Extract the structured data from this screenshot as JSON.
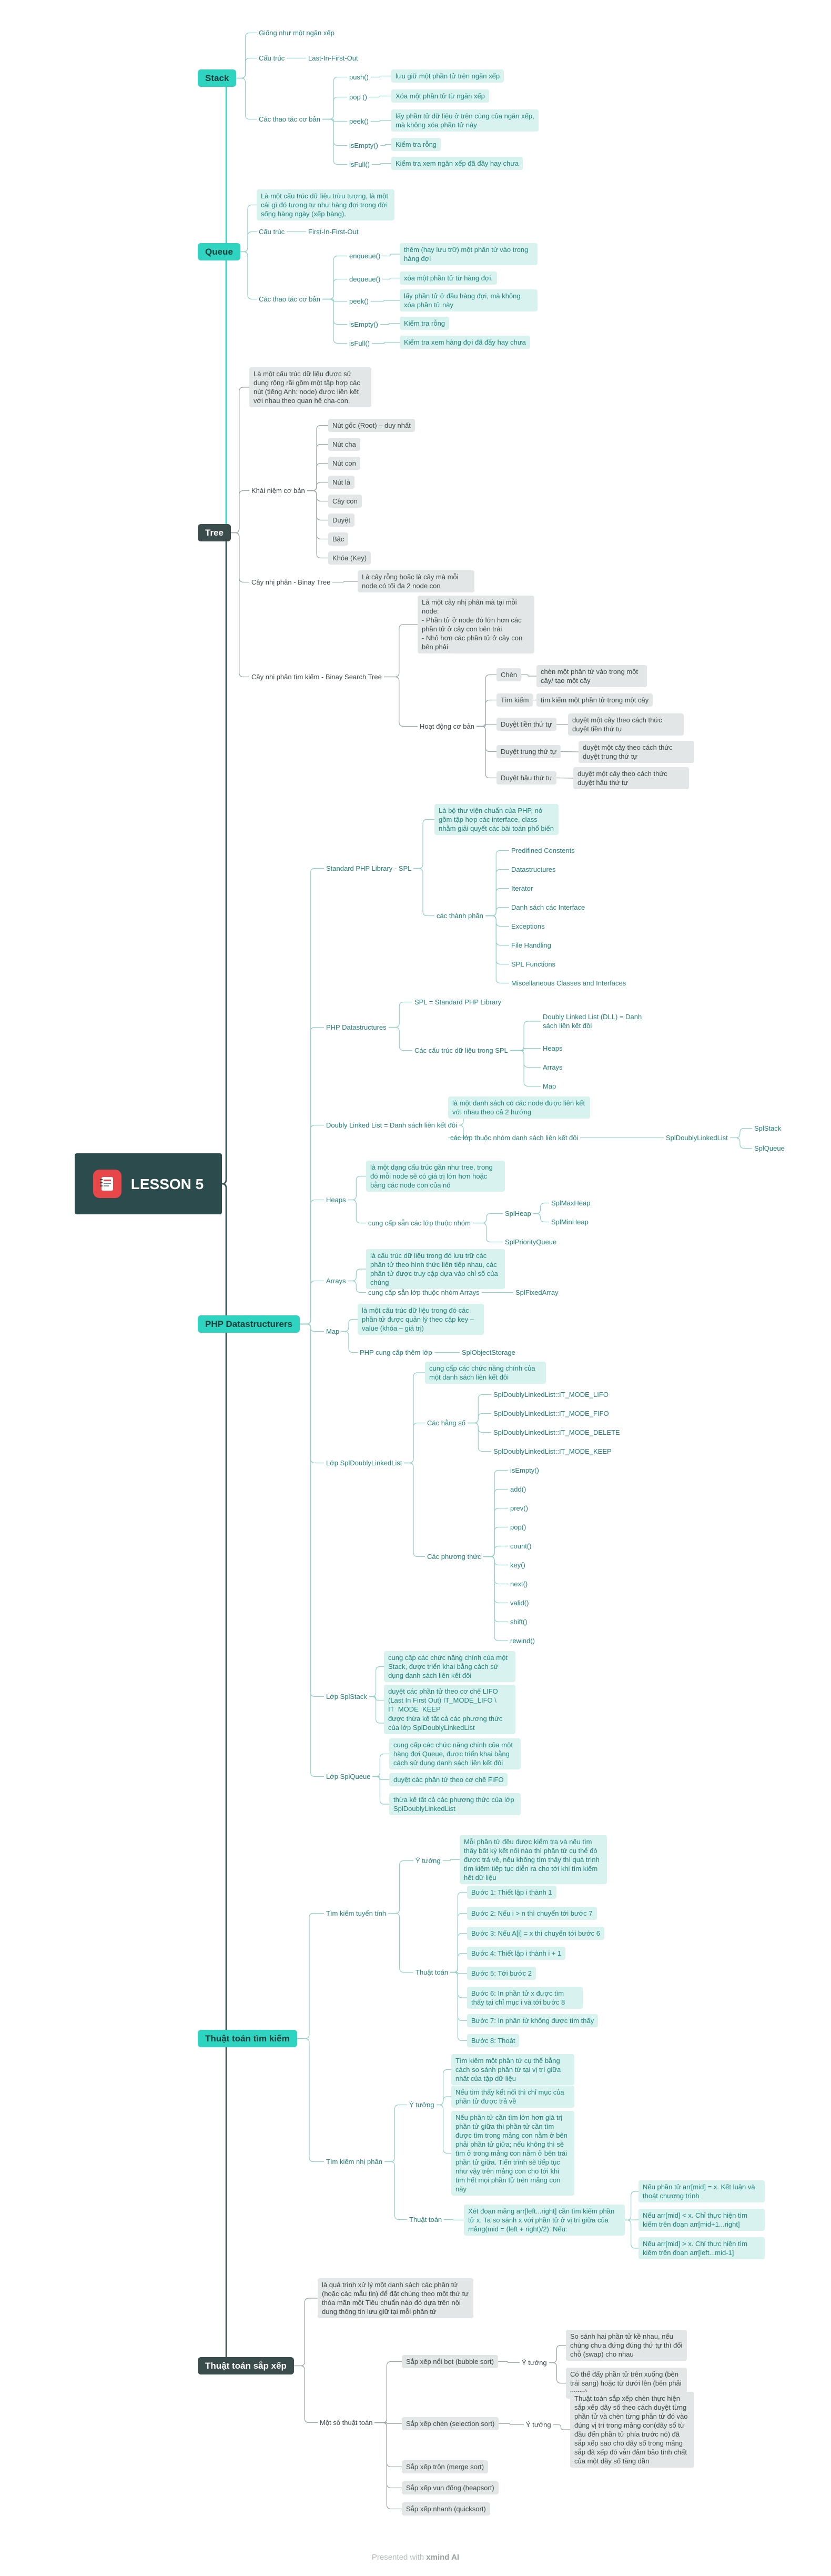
{
  "root": {
    "title": "LESSON 5",
    "icon": "notebook-icon"
  },
  "stack": {
    "title": "Stack",
    "desc": "Giống như một ngăn xếp",
    "struct_label": "Cấu trúc",
    "struct_value": "Last-In-First-Out",
    "ops_label": "Các thao tác cơ bản",
    "ops": [
      {
        "name": "push()",
        "desc": "lưu giữ một phần tử trên ngăn xếp"
      },
      {
        "name": "pop ()",
        "desc": "Xóa một phần tử từ ngăn xếp"
      },
      {
        "name": "peek()",
        "desc": "lấy phần tử dữ liệu ở trên cùng của ngăn xếp, mà không xóa phần tử này"
      },
      {
        "name": "isEmpty()",
        "desc": "Kiểm tra rỗng"
      },
      {
        "name": "isFull()",
        "desc": "Kiểm tra xem ngăn xếp đã đầy hay chưa"
      }
    ]
  },
  "queue": {
    "title": "Queue",
    "desc": "Là một cấu trúc dữ liệu trừu tượng, là một cái gì đó tương tự như hàng đợi trong đời sống hàng ngày (xếp hàng).",
    "struct_label": "Cấu trúc",
    "struct_value": "First-In-First-Out",
    "ops_label": "Các thao tác cơ bản",
    "ops": [
      {
        "name": "enqueue()",
        "desc": "thêm (hay lưu trữ) một phần tử vào trong hàng đợi"
      },
      {
        "name": "dequeue()",
        "desc": "xóa một phần tử từ hàng đợi."
      },
      {
        "name": "peek()",
        "desc": "lấy phần tử ở đầu hàng đợi, mà không xóa phần tử này"
      },
      {
        "name": "isEmpty()",
        "desc": "Kiểm tra rỗng"
      },
      {
        "name": "isFull()",
        "desc": "Kiểm tra xem hàng đợi đã đầy hay chưa"
      }
    ]
  },
  "tree": {
    "title": "Tree",
    "desc": "Là một cấu trúc dữ liệu được sử dụng rộng rãi gồm một tập hợp các nút (tiếng Anh: node) được liên kết với nhau theo quan hệ cha-con.",
    "concepts_label": "Khái niệm cơ bản",
    "concepts": [
      "Nút gốc (Root) – duy nhất",
      "Nút cha",
      "Nút con",
      "Nút lá",
      "Cây con",
      "Duyệt",
      "Bậc",
      "Khóa (Key)"
    ],
    "binary_label": "Cây nhị phân - Binay Tree",
    "binary_desc": "Là cây rỗng hoặc là cây mà mỗi node có tối đa 2 node con",
    "bst_label": "Cây nhị phân tìm kiếm - Binay Search Tree",
    "bst_desc": "Là một cây nhị phân mà tại mỗi node:\n- Phần tử ở node đó lớn hơn các phần tử ở cây con bên trái\n- Nhỏ hơn các phần tử ở cây con bên phải",
    "ops_label": "Hoạt động cơ bản",
    "ops": [
      {
        "name": "Chèn",
        "desc": "chèn một phần tử vào trong một cây/ tạo một cây"
      },
      {
        "name": "Tìm kiếm",
        "desc": "tìm kiếm một phần tử trong một cây"
      },
      {
        "name": "Duyệt tiền thứ tự",
        "desc": "duyệt một cây theo cách thức duyệt tiền thứ tự"
      },
      {
        "name": "Duyệt trung thứ tự",
        "desc": "duyệt một cây theo cách thức duyệt trung thứ tự"
      },
      {
        "name": "Duyệt hậu thứ tự",
        "desc": "duyệt một cây theo cách thức duyệt hậu thứ tự"
      }
    ]
  },
  "php": {
    "title": "PHP Datastructurers",
    "spl_label": "Standard PHP Library - SPL",
    "spl_desc": "Là bộ thư viện chuẩn của PHP, nó gồm tập hợp các interface, class nhằm giải quyết các bài toán phổ biến",
    "components_label": "các thành phần",
    "components": [
      "Predifined Constents",
      "Datastructures",
      "Iterator",
      "Danh sách các Interface",
      "Exceptions",
      "File Handling",
      "SPL Functions",
      "Miscellaneous Classes and Interfaces"
    ],
    "ds_label": "PHP Datastructures",
    "ds_spl": "SPL = Standard PHP Library",
    "ds_struct_label": "Các cấu trúc dữ liệu trong SPL",
    "ds_structs": [
      "Doubly Linked List (DLL) = Danh sách liên kết đôi",
      "Heaps",
      "Arrays",
      "Map"
    ],
    "dll_label": "Doubly Linked List = Danh sách liên kết đôi",
    "dll_desc": "là một danh sách có các node được liên kết với nhau theo cả 2 hướng",
    "dll_classes_label": "các lớp thuộc nhóm danh sách liên kết đôi",
    "dll_class": "SplDoublyLinkedList",
    "dll_subclasses": [
      "SplStack",
      "SplQueue"
    ],
    "heaps_label": "Heaps",
    "heaps_desc": "là một dạng cấu trúc gần như tree, trong đó mỗi node sẽ có giá trị lớn hơn hoặc bằng các node con của nó",
    "heaps_classes_label": "cung cấp sẵn các lớp thuộc nhóm",
    "heaps_class": "SplHeap",
    "heaps_subclasses": [
      "SplMaxHeap",
      "SplMinHeap"
    ],
    "heaps_pq": "SplPriorityQueue",
    "arrays_label": "Arrays",
    "arrays_desc": "là cấu trúc dữ liệu trong đó lưu trữ các phần tử theo hình thức liên tiếp nhau, các phần tử được truy cập dựa vào chỉ số của chúng",
    "arrays_classes_label": "cung cấp sẵn lớp thuộc nhóm Arrays",
    "arrays_class": "SplFixedArray",
    "map_label": "Map",
    "map_desc": "là một cấu trúc dữ liệu trong đó các phần tử được quản lý theo cặp key – value (khóa – giá trị)",
    "map_classes_label": "PHP cung cấp thêm lớp",
    "map_class": "SplObjectStorage",
    "dllc_label": "Lớp SplDoublyLinkedList",
    "dllc_desc": "cung cấp các chức năng chính của một danh sách liên kết đôi",
    "const_label": "Các hằng số",
    "consts": [
      "SplDoublyLinkedList::IT_MODE_LIFO",
      "SplDoublyLinkedList::IT_MODE_FIFO",
      "SplDoublyLinkedList::IT_MODE_DELETE",
      "SplDoublyLinkedList::IT_MODE_KEEP"
    ],
    "methods_label": "Các phương thức",
    "methods": [
      "isEmpty()",
      "add()",
      "prev()",
      "pop()",
      "count()",
      "key()",
      "next()",
      "valid()",
      "shift()",
      "rewind()"
    ],
    "stack_label": "Lớp SplStack",
    "stack_items": [
      "cung cấp các chức năng chính của một Stack, được triển khai bằng cách sử dụng danh sách liên kết đôi",
      "duyệt các phần tử theo cơ chế LIFO (Last In First Out) IT_MODE_LIFO \\ IT_MODE_KEEP",
      "được thừa kế tất cả các phương thức của lớp SplDoublyLinkedList"
    ],
    "queue_label": "Lớp SplQueue",
    "queue_items": [
      "cung cấp các chức năng chính của một hàng đợi Queue, được triển khai bằng cách sử dụng danh sách liên kết đôi",
      "duyệt các phần tử theo cơ chế FIFO",
      "thừa kế tất cả các phương thức của lớp SplDoublyLinkedList"
    ]
  },
  "search": {
    "title": "Thuật toán tìm kiếm",
    "linear_label": "Tìm kiếm tuyến tính",
    "idea_label": "Ý tưởng",
    "linear_idea": "Mỗi phần tử đều được kiểm tra và nếu tìm thấy bất kỳ kết nối nào thì phần tử cụ thể đó được trả về, nếu không tìm thấy thì quá trình tìm kiếm tiếp tục diễn ra cho tới khi tìm kiếm hết dữ liệu",
    "algo_label": "Thuật toán",
    "linear_steps": [
      "Bước 1: Thiết lập i thành 1",
      "Bước 2: Nếu i > n thì chuyển tới bước 7",
      "Bước 3: Nếu A[i] = x thì chuyển tới bước 6",
      "Bước 4: Thiết lập i thành i + 1",
      "Bước 5: Tới bước 2",
      "Bước 6: In phần tử x được tìm thấy tại chỉ mục i và tới bước 8",
      "Bước 7: In phần tử không được tìm thấy",
      "Bước 8: Thoát"
    ],
    "binary_label": "Tìm kiếm nhị phân",
    "binary_ideas": [
      "Tìm kiếm một phần tử cụ thể bằng cách so sánh phần tử tại vị trí giữa nhất của tập dữ liệu",
      "Nếu tìm thấy kết nối thì chỉ mục của phần tử được trả về",
      "Nếu phần tử cần tìm lớn hơn giá trị phần tử giữa thì phần tử cần tìm được tìm trong mảng con nằm ở bên phải phần tử giữa; nếu không thì sẽ tìm ở trong mảng con nằm ở bên trái phần tử giữa. Tiến trình sẽ tiếp tục như vậy trên mảng con cho tới khi tìm hết mọi phần tử trên mảng con này"
    ],
    "binary_algo": "Xét đoạn mảng arr[left...right] cần tìm kiếm phần tử x. Ta so sánh x với phần tử ở vị trí giữa của mảng(mid = (left + right)/2). Nếu:",
    "binary_cases": [
      "Nếu phần tử arr[mid] = x. Kết luận và thoát chương trình",
      "Nếu arr[mid] < x. Chỉ thực hiện tìm kiếm trên đoạn arr[mid+1...right]",
      "Nếu arr[mid] > x. Chỉ thực hiện tìm kiếm trên đoạn arr[left...mid-1]"
    ]
  },
  "sort": {
    "title": "Thuật toán sắp xếp",
    "desc": "là quá trình xử lý một danh sách các phần tử (hoặc các mẫu tin) để đặt chúng theo một thứ tự thỏa mãn một Tiêu chuẩn nào đó dựa trên nội dung thông tin lưu giữ tại mỗi phần tử",
    "some_label": "Một số thuật toán",
    "idea_label": "Ý tưởng",
    "bubble_label": "Sắp xếp nổi bọt (bubble sort)",
    "bubble_ideas": [
      "So sánh hai phần tử kề nhau, nếu chúng chưa đứng đúng thứ tự thì đổi chỗ (swap) cho nhau",
      "Có thể đẩy phần tử trên xuống (bên trái sang) hoặc từ dưới lên (bên phải sang)"
    ],
    "selection_label": "Sắp xếp chèn (selection sort)",
    "selection_idea": "Thuật toán sắp xếp chèn thực hiện sắp xếp dãy số theo cách duyệt từng phần tử và chèn từng phần tử đó vào đúng vị trí trong mảng con(dãy số từ đầu đến phần tử phía trước nó) đã sắp xếp sao cho dãy số trong mảng sắp đã xếp đó vẫn đảm bảo tính chất của một dãy số tăng dần",
    "others": [
      "Sắp xếp trộn (merge sort)",
      "Sắp xếp vun đống (heapsort)",
      "Sắp xếp nhanh (quicksort)"
    ]
  },
  "footer": {
    "prefix": "Presented with",
    "brand": "xmind AI"
  },
  "colors": {
    "branch_teal": "#2fd4c0",
    "branch_dark": "#3a4c4c",
    "root": "#2c4b4d",
    "line": "#8fcfc6"
  }
}
